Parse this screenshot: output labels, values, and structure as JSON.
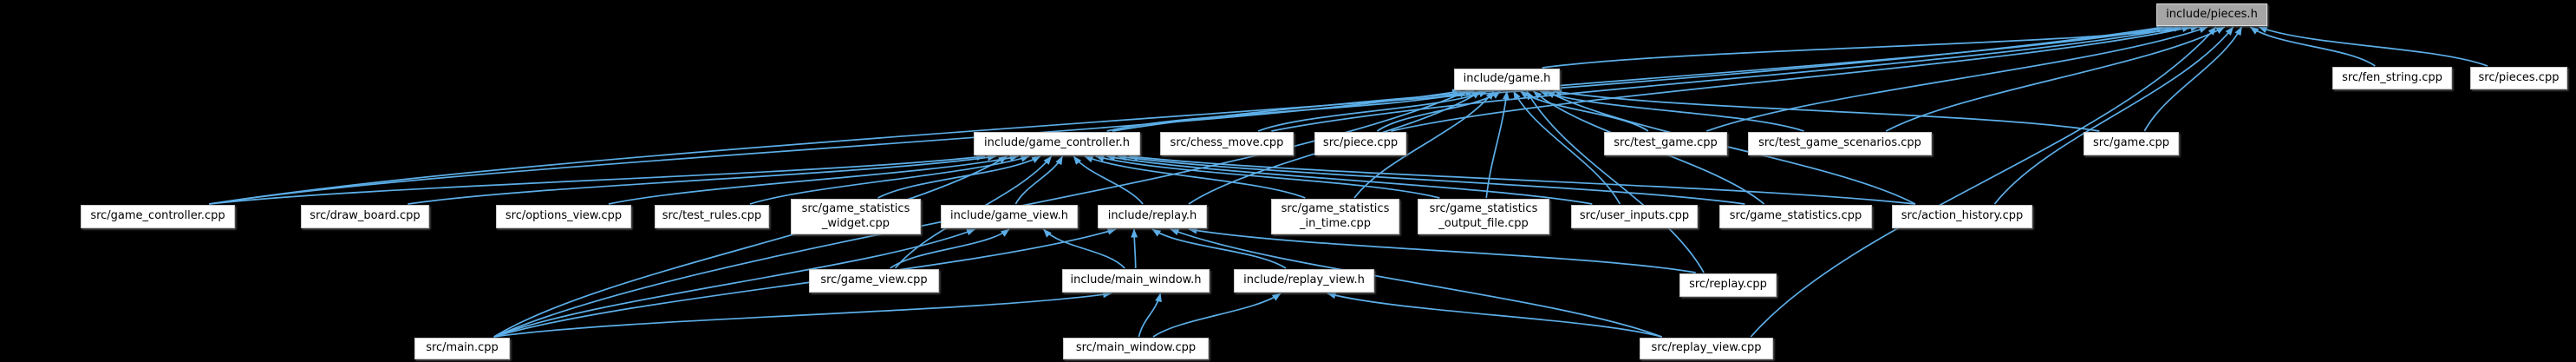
{
  "colors": {
    "background": "#000000",
    "edge": "#5caee8",
    "node_bg": "#ffffff",
    "node_text": "#000000",
    "node_border": "#c9c9c9",
    "active_node_bg": "#a5a5a5"
  },
  "graph": {
    "type": "include-dependency-graph",
    "root": "include/pieces.h",
    "nodes": [
      {
        "id": "pieces_h",
        "label": "include/pieces.h",
        "kind": "active-header"
      },
      {
        "id": "fen_string_cpp",
        "label": "src/fen_string.cpp",
        "kind": "source"
      },
      {
        "id": "pieces_cpp",
        "label": "src/pieces.cpp",
        "kind": "source"
      },
      {
        "id": "game_h",
        "label": "include/game.h",
        "kind": "header"
      },
      {
        "id": "game_controller_h",
        "label": "include/game_controller.h",
        "kind": "header"
      },
      {
        "id": "chess_move_cpp",
        "label": "src/chess_move.cpp",
        "kind": "source"
      },
      {
        "id": "piece_cpp",
        "label": "src/piece.cpp",
        "kind": "source"
      },
      {
        "id": "test_game_cpp",
        "label": "src/test_game.cpp",
        "kind": "source"
      },
      {
        "id": "test_game_scenarios_cpp",
        "label": "src/test_game_scenarios.cpp",
        "kind": "source"
      },
      {
        "id": "game_cpp",
        "label": "src/game.cpp",
        "kind": "source"
      },
      {
        "id": "game_controller_cpp",
        "label": "src/game_controller.cpp",
        "kind": "source"
      },
      {
        "id": "draw_board_cpp",
        "label": "src/draw_board.cpp",
        "kind": "source"
      },
      {
        "id": "options_view_cpp",
        "label": "src/options_view.cpp",
        "kind": "source"
      },
      {
        "id": "test_rules_cpp",
        "label": "src/test_rules.cpp",
        "kind": "source"
      },
      {
        "id": "game_statistics_widget_cpp",
        "label": "src/game_statistics\n_widget.cpp",
        "kind": "source"
      },
      {
        "id": "game_view_h",
        "label": "include/game_view.h",
        "kind": "header"
      },
      {
        "id": "replay_h",
        "label": "include/replay.h",
        "kind": "header"
      },
      {
        "id": "game_statistics_in_time_cpp",
        "label": "src/game_statistics\n_in_time.cpp",
        "kind": "source"
      },
      {
        "id": "game_statistics_output_file_cpp",
        "label": "src/game_statistics\n_output_file.cpp",
        "kind": "source"
      },
      {
        "id": "user_inputs_cpp",
        "label": "src/user_inputs.cpp",
        "kind": "source"
      },
      {
        "id": "game_statistics_cpp",
        "label": "src/game_statistics.cpp",
        "kind": "source"
      },
      {
        "id": "action_history_cpp",
        "label": "src/action_history.cpp",
        "kind": "source"
      },
      {
        "id": "game_view_cpp",
        "label": "src/game_view.cpp",
        "kind": "source"
      },
      {
        "id": "main_window_h",
        "label": "include/main_window.h",
        "kind": "header"
      },
      {
        "id": "replay_view_h",
        "label": "include/replay_view.h",
        "kind": "header"
      },
      {
        "id": "replay_cpp",
        "label": "src/replay.cpp",
        "kind": "source"
      },
      {
        "id": "main_cpp",
        "label": "src/main.cpp",
        "kind": "source"
      },
      {
        "id": "main_window_cpp",
        "label": "src/main_window.cpp",
        "kind": "source"
      },
      {
        "id": "replay_view_cpp",
        "label": "src/replay_view.cpp",
        "kind": "source"
      }
    ],
    "edges": [
      {
        "from": "game_h",
        "to": "pieces_h"
      },
      {
        "from": "game_controller_h",
        "to": "pieces_h"
      },
      {
        "from": "chess_move_cpp",
        "to": "pieces_h"
      },
      {
        "from": "piece_cpp",
        "to": "pieces_h"
      },
      {
        "from": "test_game_cpp",
        "to": "pieces_h"
      },
      {
        "from": "test_game_scenarios_cpp",
        "to": "pieces_h"
      },
      {
        "from": "game_cpp",
        "to": "pieces_h"
      },
      {
        "from": "fen_string_cpp",
        "to": "pieces_h"
      },
      {
        "from": "pieces_cpp",
        "to": "pieces_h"
      },
      {
        "from": "action_history_cpp",
        "to": "pieces_h"
      },
      {
        "from": "game_controller_cpp",
        "to": "pieces_h"
      },
      {
        "from": "replay_view_cpp",
        "to": "pieces_h"
      },
      {
        "from": "game_controller_h",
        "to": "game_h"
      },
      {
        "from": "chess_move_cpp",
        "to": "game_h"
      },
      {
        "from": "piece_cpp",
        "to": "game_h"
      },
      {
        "from": "test_game_cpp",
        "to": "game_h"
      },
      {
        "from": "test_game_scenarios_cpp",
        "to": "game_h"
      },
      {
        "from": "game_cpp",
        "to": "game_h"
      },
      {
        "from": "game_statistics_in_time_cpp",
        "to": "game_h"
      },
      {
        "from": "game_statistics_output_file_cpp",
        "to": "game_h"
      },
      {
        "from": "user_inputs_cpp",
        "to": "game_h"
      },
      {
        "from": "game_statistics_cpp",
        "to": "game_h"
      },
      {
        "from": "action_history_cpp",
        "to": "game_h"
      },
      {
        "from": "replay_h",
        "to": "game_h"
      },
      {
        "from": "replay_cpp",
        "to": "game_h"
      },
      {
        "from": "main_cpp",
        "to": "game_h"
      },
      {
        "from": "game_controller_cpp",
        "to": "game_h"
      },
      {
        "from": "game_controller_cpp",
        "to": "game_controller_h"
      },
      {
        "from": "draw_board_cpp",
        "to": "game_controller_h"
      },
      {
        "from": "options_view_cpp",
        "to": "game_controller_h"
      },
      {
        "from": "test_rules_cpp",
        "to": "game_controller_h"
      },
      {
        "from": "game_statistics_widget_cpp",
        "to": "game_controller_h"
      },
      {
        "from": "game_view_h",
        "to": "game_controller_h"
      },
      {
        "from": "replay_h",
        "to": "game_controller_h"
      },
      {
        "from": "game_statistics_in_time_cpp",
        "to": "game_controller_h"
      },
      {
        "from": "game_statistics_output_file_cpp",
        "to": "game_controller_h"
      },
      {
        "from": "user_inputs_cpp",
        "to": "game_controller_h"
      },
      {
        "from": "game_statistics_cpp",
        "to": "game_controller_h"
      },
      {
        "from": "action_history_cpp",
        "to": "game_controller_h"
      },
      {
        "from": "main_cpp",
        "to": "game_controller_h"
      },
      {
        "from": "game_view_cpp",
        "to": "game_controller_h"
      },
      {
        "from": "game_view_cpp",
        "to": "game_view_h"
      },
      {
        "from": "main_window_h",
        "to": "game_view_h"
      },
      {
        "from": "main_cpp",
        "to": "game_view_h"
      },
      {
        "from": "replay_cpp",
        "to": "replay_h"
      },
      {
        "from": "replay_view_h",
        "to": "replay_h"
      },
      {
        "from": "main_window_h",
        "to": "replay_h"
      },
      {
        "from": "main_cpp",
        "to": "replay_h"
      },
      {
        "from": "replay_view_cpp",
        "to": "replay_h"
      },
      {
        "from": "main_window_cpp",
        "to": "main_window_h"
      },
      {
        "from": "main_cpp",
        "to": "main_window_h"
      },
      {
        "from": "replay_view_cpp",
        "to": "replay_view_h"
      },
      {
        "from": "main_window_cpp",
        "to": "replay_view_h"
      }
    ]
  }
}
